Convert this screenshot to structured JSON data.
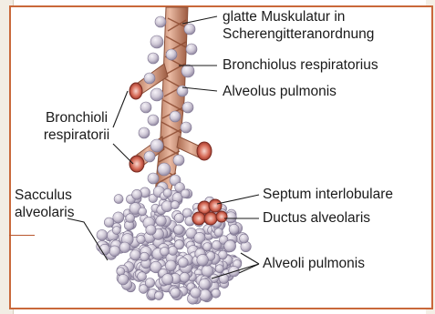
{
  "labels": {
    "glatte_musk_line1": "glatte Muskulatur in",
    "glatte_musk_line2": "Scherengitteranordnung",
    "bronchiolus": "Bronchiolus respiratorius",
    "alveolus": "Alveolus pulmonis",
    "bronchioli_line1": "Bronchioli",
    "bronchioli_line2": "respiratorii",
    "sacculus_line1": "Sacculus",
    "sacculus_line2": "alveolaris",
    "septum": "Septum interlobulare",
    "ductus": "Ductus alveolaris",
    "alveoli": "Alveoli pulmonis"
  },
  "colors": {
    "frame": "#c9683a",
    "bronchiole": "#d9a08a",
    "muscle_band": "#b5704f",
    "alveolus": "#cfc8d6",
    "alveolus_shadow": "#8f86a0",
    "open_alveolus": "#c24a3a",
    "leader_line": "#1a1a1a"
  }
}
